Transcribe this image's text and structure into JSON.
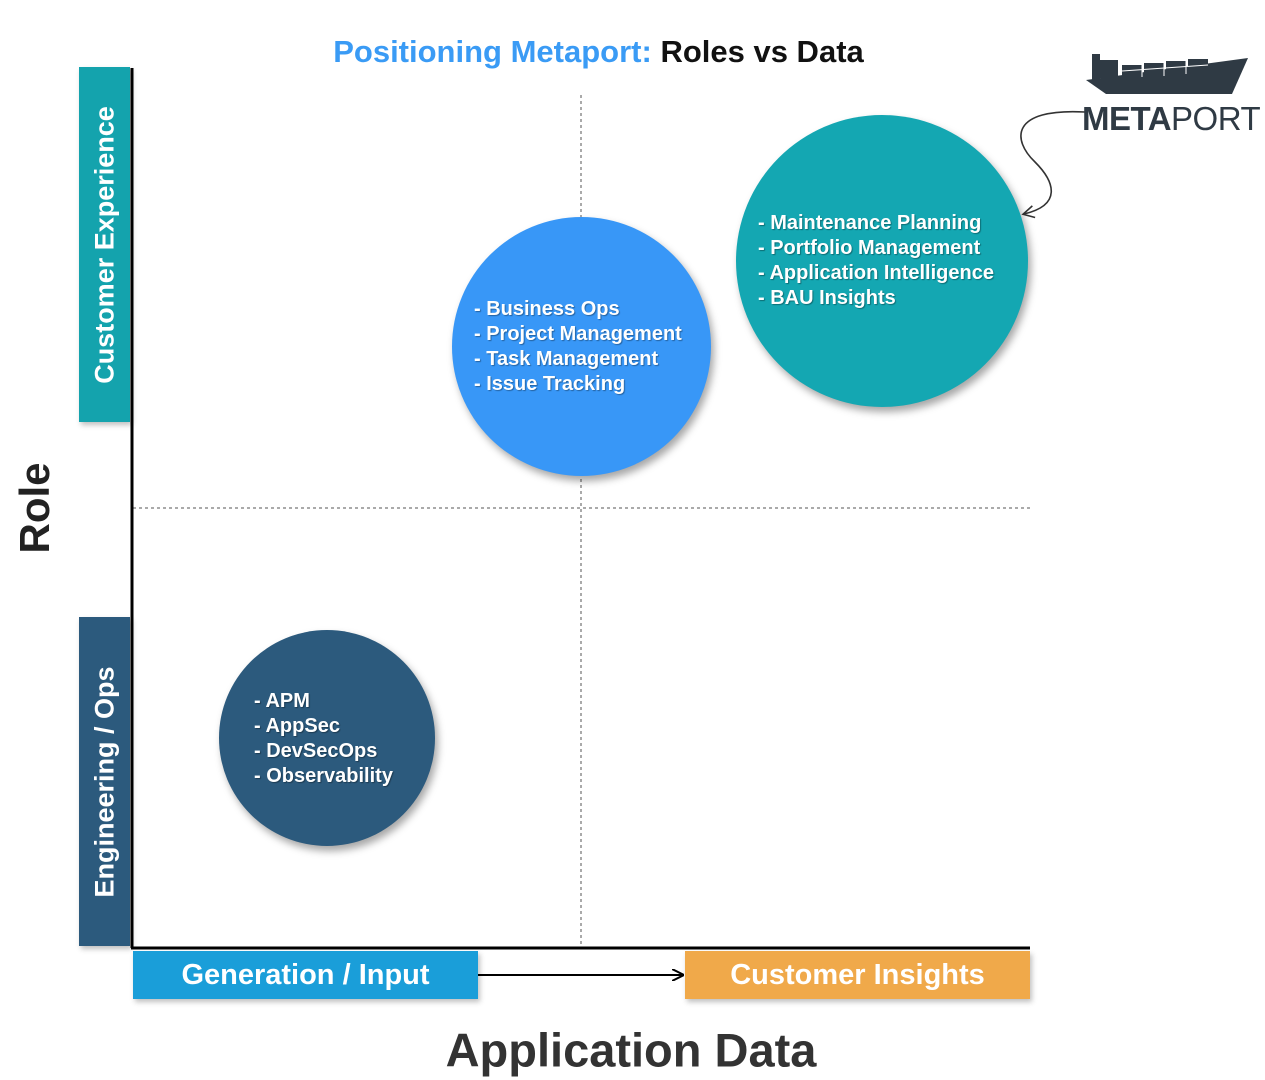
{
  "title": {
    "highlight": "Positioning Metaport:",
    "rest": "Roles vs Data"
  },
  "axes": {
    "y_title": "Role",
    "x_title": "Application Data",
    "y_labels": {
      "top": "Customer Experience",
      "bottom": "Engineering / Ops"
    },
    "x_labels": {
      "left": "Generation / Input",
      "right": "Customer Insights"
    }
  },
  "bubbles": {
    "business": {
      "items": [
        "- Business Ops",
        "- Project Management",
        "- Task Management",
        "- Issue Tracking"
      ]
    },
    "metaport": {
      "items": [
        "- Maintenance Planning",
        "- Portfolio Management",
        "- Application Intelligence",
        "- BAU Insights"
      ]
    },
    "engineering": {
      "items": [
        "- APM",
        "- AppSec",
        "- DevSecOps",
        "- Observability"
      ]
    }
  },
  "logo": {
    "bold": "META",
    "thin": "PORT"
  },
  "colors": {
    "title_highlight": "#3a9bf5",
    "customer_experience": "#14a3ad",
    "engineering_ops": "#2c5a7d",
    "generation_input": "#1a9ed9",
    "customer_insights": "#f0a94a",
    "business_bubble": "#3897f7",
    "metaport_bubble": "#14a7b2",
    "engineering_bubble": "#2c5a7d"
  }
}
